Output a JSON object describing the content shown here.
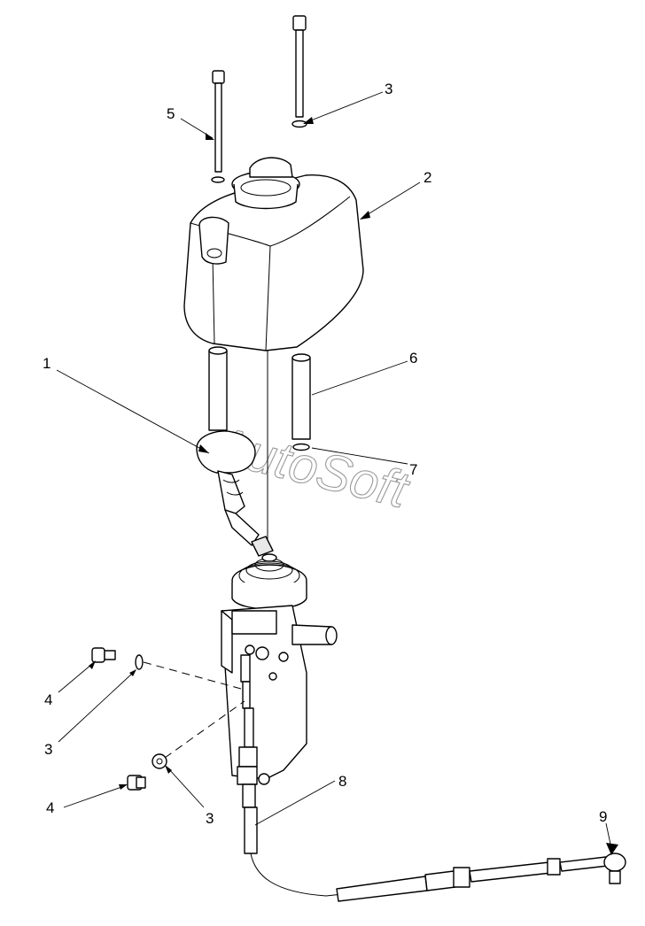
{
  "watermark": "AutoSoft",
  "callouts": [
    "1",
    "2",
    "3",
    "4",
    "5",
    "6",
    "7",
    "8",
    "9"
  ]
}
